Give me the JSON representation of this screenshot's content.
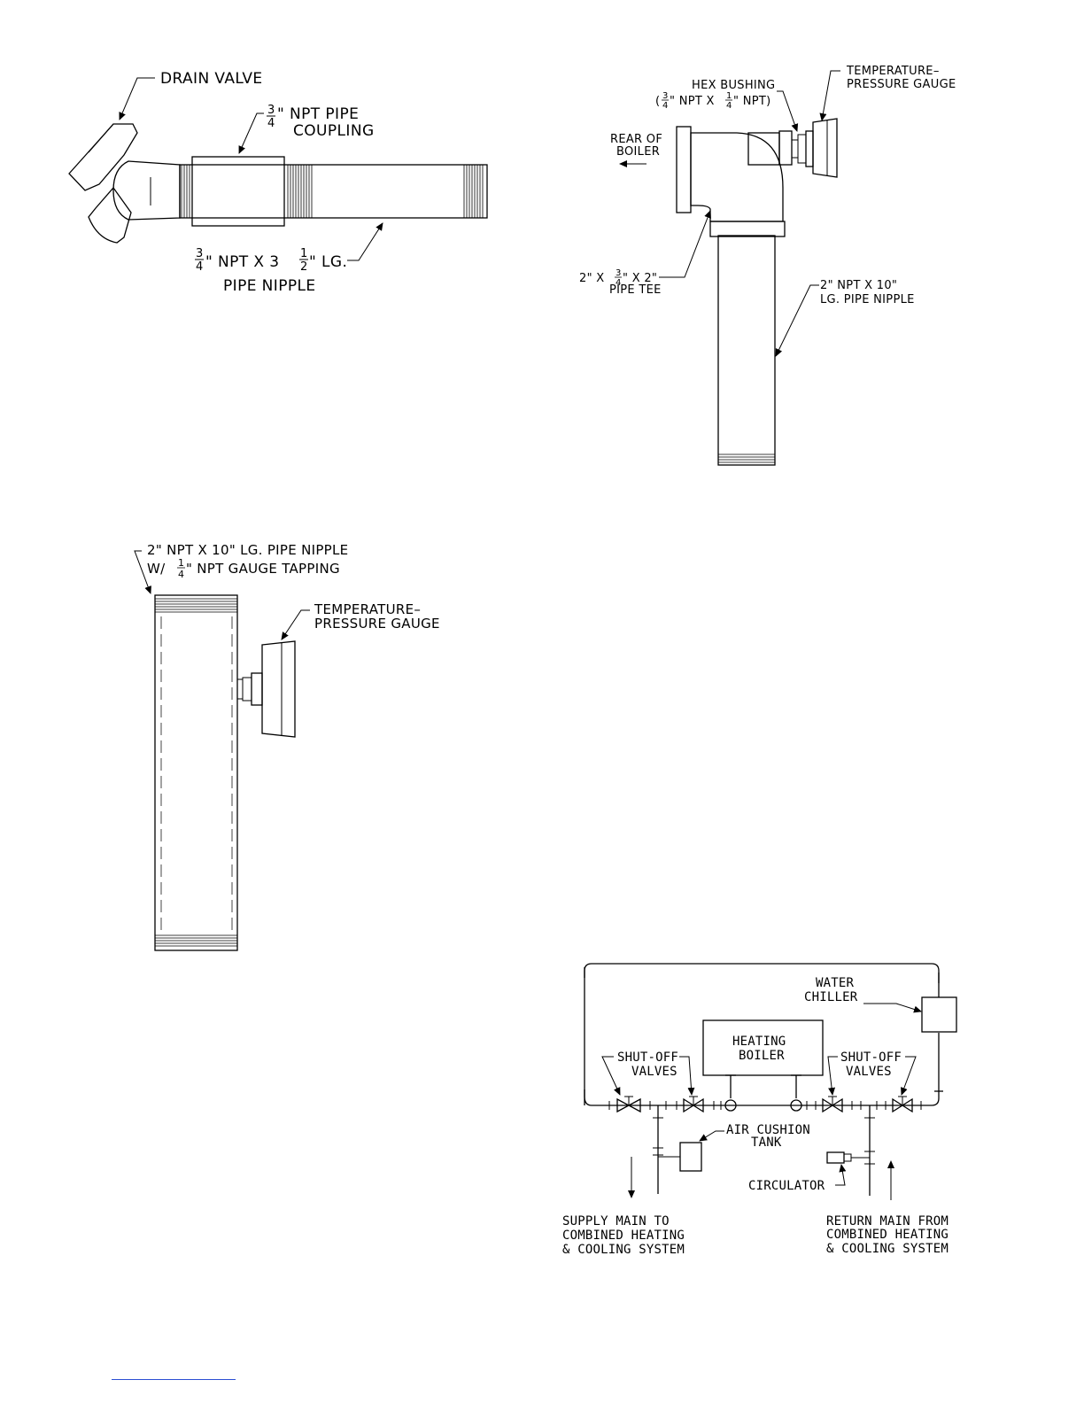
{
  "fig_drain": {
    "drain_valve": "DRAIN VALVE",
    "coupling_l1": "\" NPT PIPE",
    "coupling_l2": "COUPLING",
    "nipple_l1a": "\" NPT X 3",
    "nipple_l1b": "\" LG.",
    "nipple_l2": "PIPE NIPPLE",
    "frac_num": "3",
    "frac_den": "4",
    "half_num": "1",
    "half_den": "2"
  },
  "fig_tee": {
    "hex_bushing_l1": "HEX BUSHING",
    "hex_bushing_l2a": "(",
    "hex_bushing_l2b": "\" NPT X",
    "hex_bushing_l2c": "\" NPT)",
    "gauge_l1": "TEMPERATURE–",
    "gauge_l2": "PRESSURE GAUGE",
    "rear_l1": "REAR OF",
    "rear_l2": "BOILER",
    "tee_l1a": "2\" X",
    "tee_l1b": "\" X 2\"",
    "tee_l2": "PIPE TEE",
    "nipple_l1": "2\" NPT X 10\"",
    "nipple_l2": "LG. PIPE NIPPLE",
    "frac_34_num": "3",
    "frac_34_den": "4",
    "frac_14_num": "1",
    "frac_14_den": "4"
  },
  "fig_nipple": {
    "nipple_l1": "2\" NPT X 10\" LG. PIPE NIPPLE",
    "nipple_l2a": "W/",
    "nipple_l2b": "\" NPT GAUGE TAPPING",
    "frac_num": "1",
    "frac_den": "4",
    "gauge_l1": "TEMPERATURE–",
    "gauge_l2": "PRESSURE GAUGE"
  },
  "fig_schematic": {
    "water_chiller_l1": "WATER",
    "water_chiller_l2": "CHILLER",
    "heating_boiler_l1": "HEATING",
    "heating_boiler_l2": "BOILER",
    "shutoff_left_l1": "SHUT-OFF",
    "shutoff_left_l2": "VALVES",
    "shutoff_right_l1": "SHUT-OFF",
    "shutoff_right_l2": "VALVES",
    "air_cushion_l1": "AIR CUSHION",
    "air_cushion_l2": "TANK",
    "circulator": "CIRCULATOR",
    "supply_l1": "SUPPLY MAIN TO",
    "supply_l2": "COMBINED HEATING",
    "supply_l3": "& COOLING SYSTEM",
    "return_l1": "RETURN MAIN FROM",
    "return_l2": "COMBINED HEATING",
    "return_l3": "& COOLING SYSTEM"
  }
}
